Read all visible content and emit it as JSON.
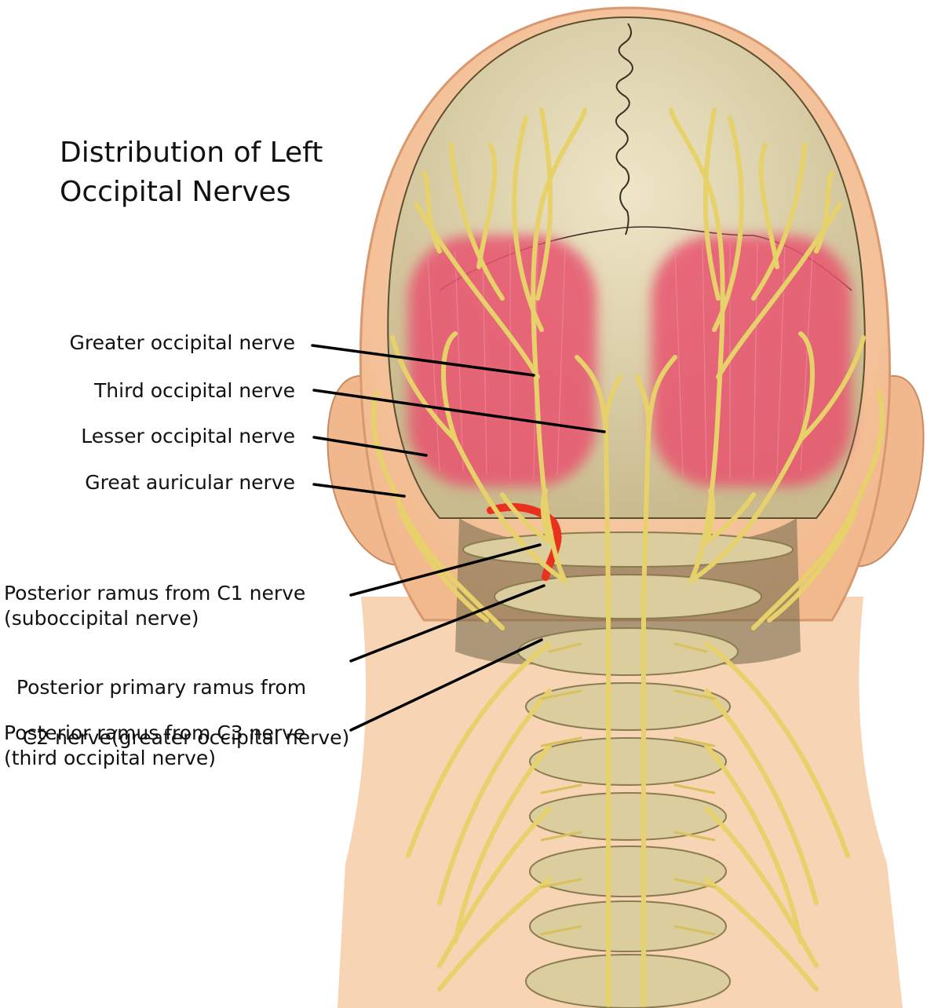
{
  "title": {
    "line1": "Distribution of Left",
    "line2": "Occipital Nerves"
  },
  "labels": {
    "greater_occipital": "Greater occipital nerve",
    "third_occipital": "Third occipital nerve",
    "lesser_occipital": "Lesser occipital nerve",
    "great_auricular": "Great auricular nerve",
    "c1_line1": "Posterior ramus from C1 nerve",
    "c1_line2": "(suboccipital nerve)",
    "c2_line1": "Posterior primary ramus from",
    "c2_line2": " C2 nerve(greater occipital nerve)",
    "c3_line1": "Posterior ramus from C3 nerve",
    "c3_line2": "(third occipital nerve)"
  },
  "colors": {
    "skin": "#f6c9a0",
    "skull": "#ddd2ac",
    "muscle": "#e8546f",
    "nerve": "#e6d16b",
    "artery": "#e8321e",
    "vertebra": "#d9cba0",
    "leader": "#000000"
  }
}
